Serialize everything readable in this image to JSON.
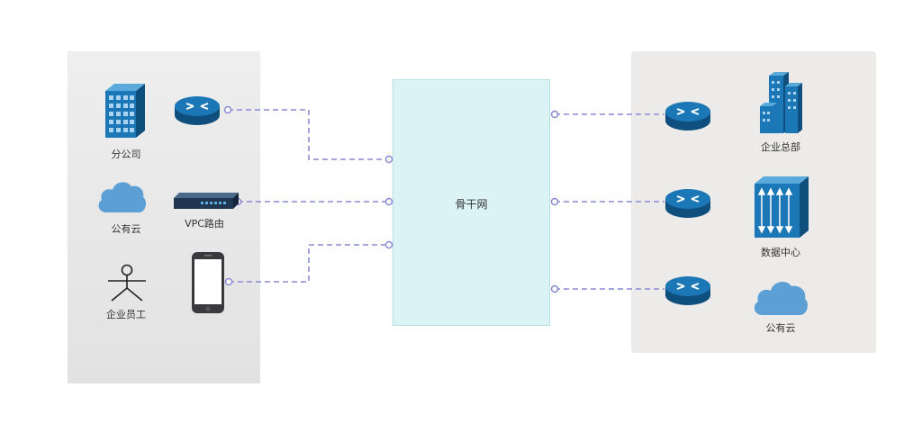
{
  "left_panel": {
    "branch_label": "分公司",
    "cloud_label": "公有云",
    "employee_label": "企业员工",
    "vpc_router_label": "VPC路由"
  },
  "backbone": {
    "label": "骨干网"
  },
  "right_panel": {
    "hq_label": "企业总部",
    "datacenter_label": "数据中心",
    "cloud_label": "公有云"
  },
  "colors": {
    "link": "#8a8ad6",
    "router": "#1a6fa8",
    "backbone_fill": "#dbf3f5"
  },
  "icons": [
    "building-icon",
    "router-icon",
    "cloud-icon",
    "switch-icon",
    "person-icon",
    "phone-icon",
    "datacenter-icon"
  ]
}
